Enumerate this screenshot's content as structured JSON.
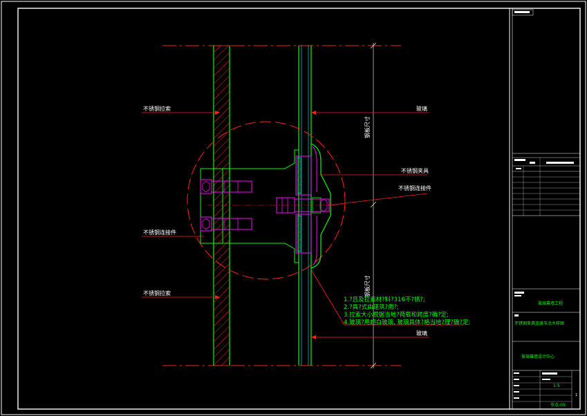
{
  "labels": {
    "stainless_keel_top": "不锈钢拉索",
    "glass_top": "玻璃",
    "clamp": "不锈钢夹具",
    "connector_right": "不锈钢连接件",
    "connector_left": "不锈钢连接件",
    "stainless_keel_bottom": "不锈钢拉索",
    "glass_bottom": "玻璃",
    "dim_top": "钢板尺寸",
    "dim_bottom": "钢板尺寸"
  },
  "notes": [
    "1.?且及拉索材?料?316不?锈?;",
    "2.?具?式由建筑?用?;",
    "3.拉索大小根据当地?荷载和跨度?确?定;",
    "4.玻璃?用超白玻璃, 玻璃具体?格当地?理?确?定;"
  ],
  "title_block": {
    "project_label": "玻璃幕墙工程",
    "drawing_title": "不锈钢夹具连接节点大样图",
    "company": "玻璃幕墙设计中心",
    "scale": "1:5",
    "sheet": "1",
    "code": "节点-09"
  },
  "colors": {
    "frame": "#ffffff",
    "red": "#ff2020",
    "green": "#00ff00",
    "magenta": "#ff00ff",
    "cyan": "#00ffff"
  }
}
